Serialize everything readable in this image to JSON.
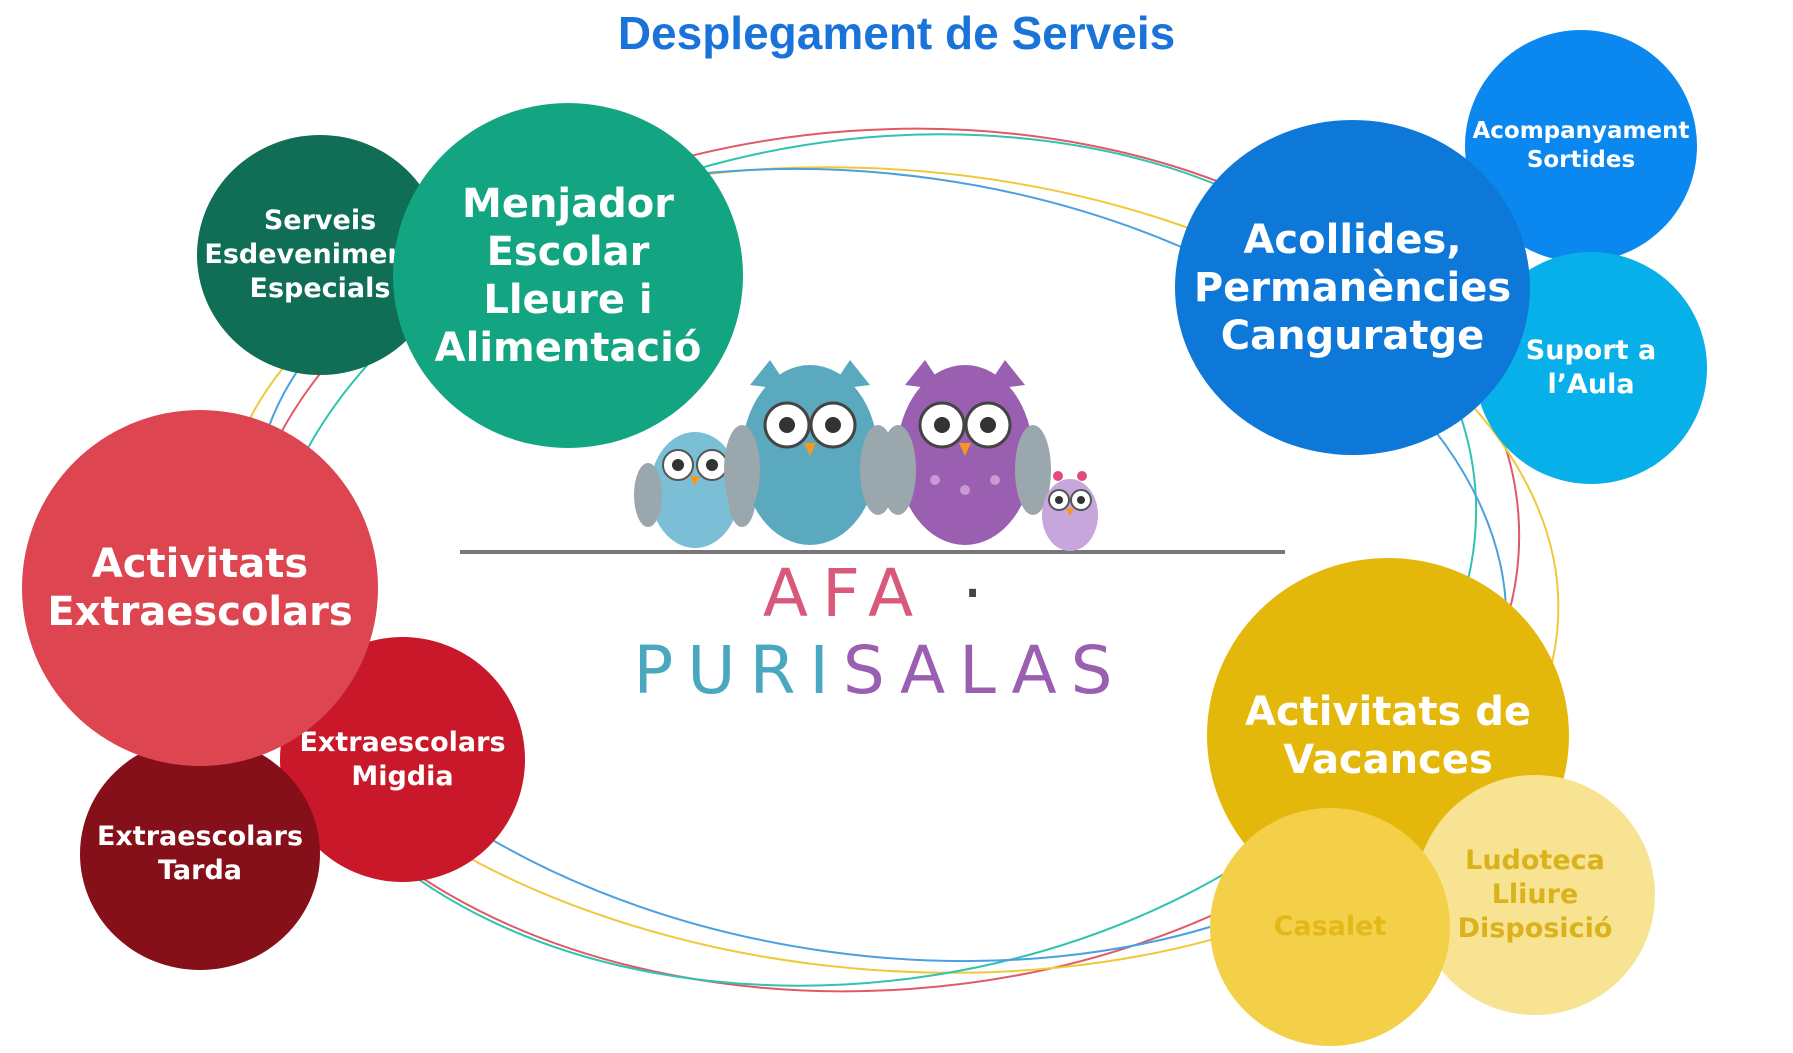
{
  "title": "Desplegament de Serveis",
  "logo": {
    "part1": "AFA",
    "separator": "·",
    "part2": "PURI",
    "part3": "SALAS"
  },
  "nodes": {
    "menjador": "Menjador\nEscolar\nLleure i\nAlimentació",
    "serveis_esdeveniments": "Serveis\nEsdeveniments\nEspecials",
    "acollides": "Acollides,\nPermanències\nCanguratge",
    "acompanyament": "Acompanyament\nSortides",
    "suport": "Suport a\nl’Aula",
    "extraescolars": "Activitats\nExtraescolars",
    "extra_migdia": "Extraescolars\nMigdia",
    "extra_tarda": "Extraescolars\nTarda",
    "vacances": "Activitats de\nVacances",
    "casalet": "Casalet",
    "ludoteca": "Ludoteca\nLliure\nDisposició"
  },
  "colors": {
    "title": "#1a73d9",
    "menjador": "#13a582",
    "serveis_esdeveniments": "#0f6e55",
    "acollides": "#0d78d8",
    "acompanyament": "#0b88f0",
    "suport": "#08b0ea",
    "extraescolars": "#dd4651",
    "extra_migdia": "#c8182a",
    "extra_tarda": "#861019",
    "vacances": "#e4b70b",
    "casalet": "#f4d048",
    "ludoteca": "#f7e392",
    "logo_pink": "#d8597a",
    "logo_teal": "#4aa7c0",
    "logo_purple": "#9a5fb0"
  }
}
